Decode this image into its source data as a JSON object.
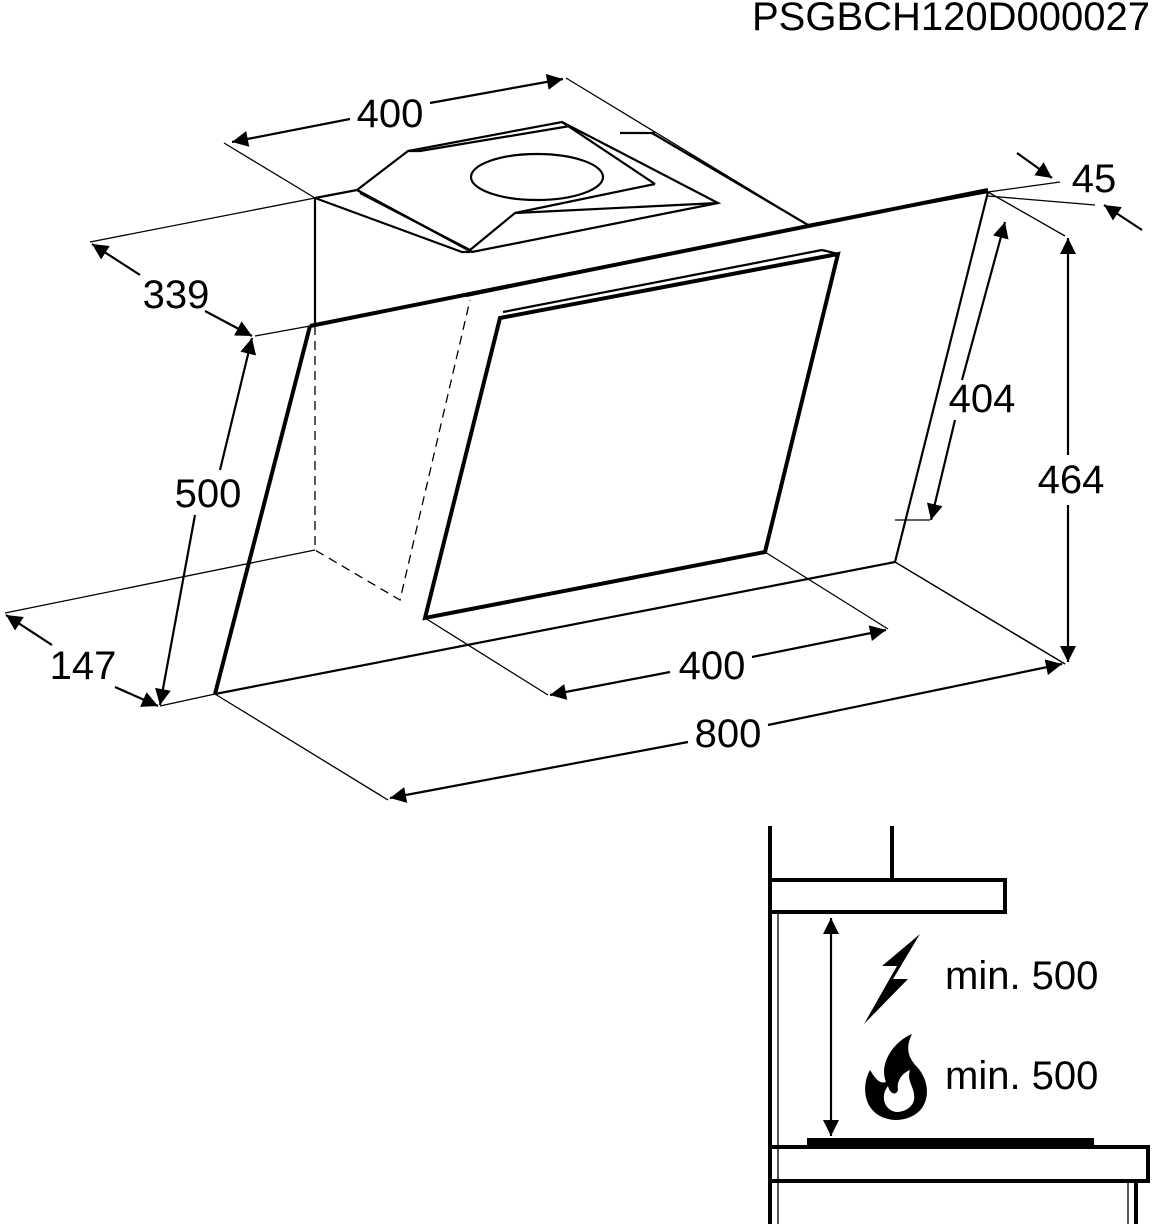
{
  "drawing": {
    "code": "PSGBCH120D000027",
    "dimensions": {
      "top_width": "400",
      "depth_top": "339",
      "glass_thickness": "45",
      "glass_front_height": "404",
      "total_height": "464",
      "side_height": "500",
      "depth_bottom": "147",
      "bottom_width": "400",
      "total_width": "800"
    }
  },
  "clearance": {
    "electric_label": "min. 500",
    "gas_label": "min. 500",
    "icons": [
      "lightning-icon",
      "flame-icon"
    ]
  }
}
